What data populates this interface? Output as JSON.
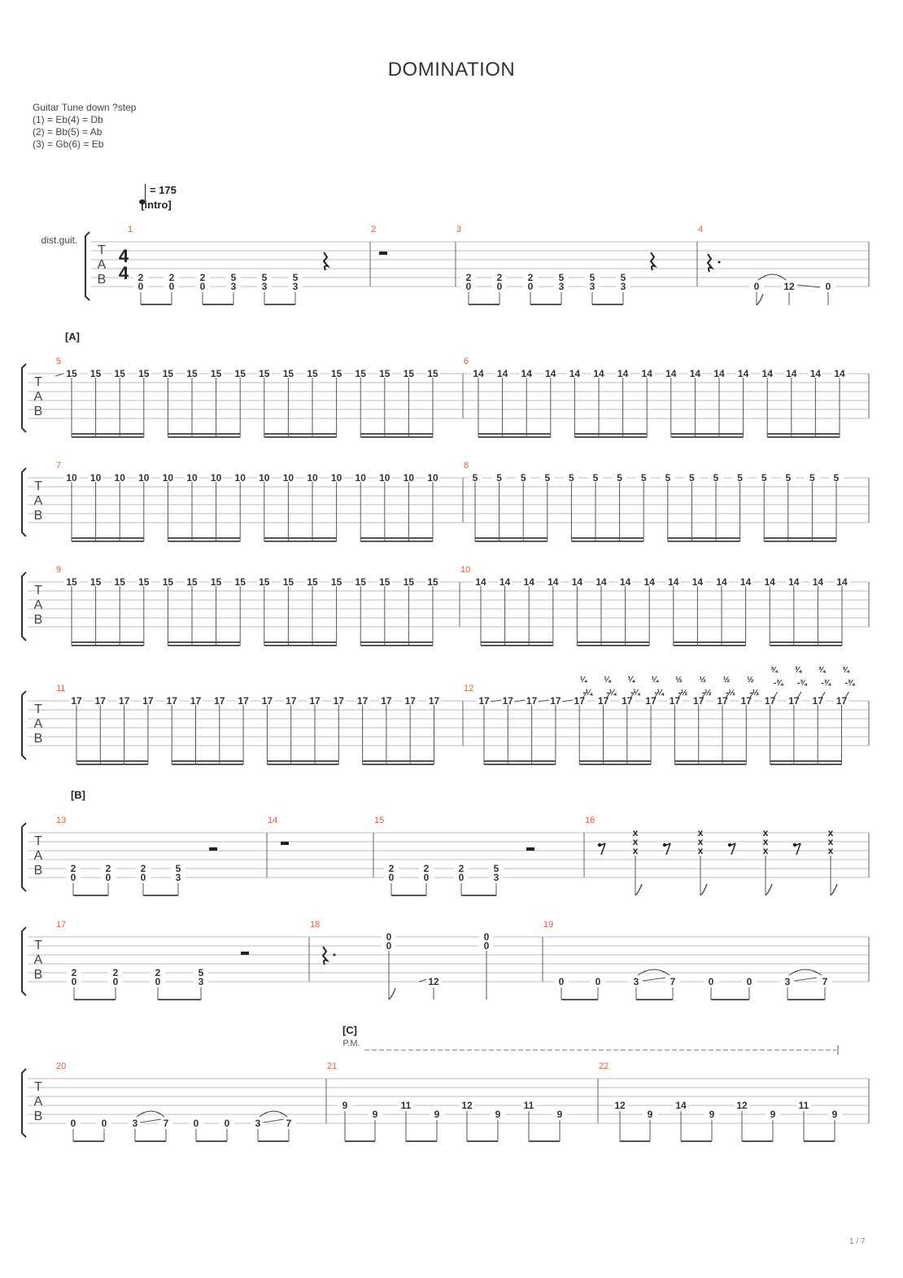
{
  "title": "DOMINATION",
  "tuning_lines": [
    "Guitar Tune down ?step",
    "(1) = Eb(4) = Db",
    "(2) = Bb(5) = Ab",
    "(3) = Gb(6) = Eb"
  ],
  "tempo": "= 175",
  "instrument": "dist.guit.",
  "tab_letters": [
    "T",
    "A",
    "B"
  ],
  "time_signature": [
    "4",
    "4"
  ],
  "palm_mute": "P.M.",
  "page_number": "1 / 7",
  "sections": {
    "intro": "[intro]",
    "a": "[A]",
    "b": "[B]",
    "c": "[C]"
  },
  "bends": {
    "quarter": "¼",
    "half": "½",
    "three_quarter": "¾",
    "row1": [
      "¼",
      "¼",
      "¼",
      "¼",
      "½",
      "½",
      "½",
      "½",
      "¾",
      "¾",
      "¾",
      "¾"
    ],
    "row2": [
      "-¼",
      "-¼",
      "-¼",
      "-¼",
      "-½",
      "-½",
      "-½",
      "-½",
      "-¾",
      "-¾",
      "-¾",
      "-¾"
    ]
  },
  "measures": {
    "m1": [
      "2/0",
      "2/0",
      "2/0",
      "5/3",
      "5/3",
      "5/3"
    ],
    "m3": [
      "2/0",
      "2/0",
      "2/0",
      "5/3",
      "5/3",
      "5/3"
    ],
    "m4": [
      "0",
      "12",
      "0"
    ],
    "m5": [
      "15",
      "15",
      "15",
      "15",
      "15",
      "15",
      "15",
      "15",
      "15",
      "15",
      "15",
      "15",
      "15",
      "15",
      "15",
      "15"
    ],
    "m6": [
      "14",
      "14",
      "14",
      "14",
      "14",
      "14",
      "14",
      "14",
      "14",
      "14",
      "14",
      "14",
      "14",
      "14",
      "14",
      "14"
    ],
    "m7": [
      "10",
      "10",
      "10",
      "10",
      "10",
      "10",
      "10",
      "10",
      "10",
      "10",
      "10",
      "10",
      "10",
      "10",
      "10",
      "10"
    ],
    "m8": [
      "5",
      "5",
      "5",
      "5",
      "5",
      "5",
      "5",
      "5",
      "5",
      "5",
      "5",
      "5",
      "5",
      "5",
      "5",
      "5"
    ],
    "m9": [
      "15",
      "15",
      "15",
      "15",
      "15",
      "15",
      "15",
      "15",
      "15",
      "15",
      "15",
      "15",
      "15",
      "15",
      "15",
      "15"
    ],
    "m10": [
      "14",
      "14",
      "14",
      "14",
      "14",
      "14",
      "14",
      "14",
      "14",
      "14",
      "14",
      "14",
      "14",
      "14",
      "14",
      "14"
    ],
    "m11": [
      "17",
      "17",
      "17",
      "17",
      "17",
      "17",
      "17",
      "17",
      "17",
      "17",
      "17",
      "17",
      "17",
      "17",
      "17",
      "17"
    ],
    "m12": [
      "17",
      "17",
      "17",
      "17",
      "17",
      "17",
      "17",
      "17",
      "17",
      "17",
      "17",
      "17",
      "17",
      "17",
      "17",
      "17"
    ],
    "m13": [
      "2/0",
      "2/0",
      "2/0",
      "5/3"
    ],
    "m15": [
      "2/0",
      "2/0",
      "2/0",
      "5/3"
    ],
    "m17": [
      "2/0",
      "2/0",
      "2/0",
      "5/3"
    ],
    "m18": [
      "0/0",
      "12",
      "0/0"
    ],
    "m19": [
      "0",
      "0",
      "3",
      "7",
      "0",
      "0",
      "3",
      "7"
    ],
    "m20": [
      "0",
      "0",
      "3",
      "7",
      "0",
      "0",
      "3",
      "7"
    ],
    "m21": [
      "9",
      "9",
      "11",
      "9",
      "12",
      "9",
      "11",
      "9"
    ],
    "m22": [
      "12",
      "9",
      "14",
      "9",
      "12",
      "9",
      "11",
      "9"
    ],
    "dead_note": "x"
  }
}
